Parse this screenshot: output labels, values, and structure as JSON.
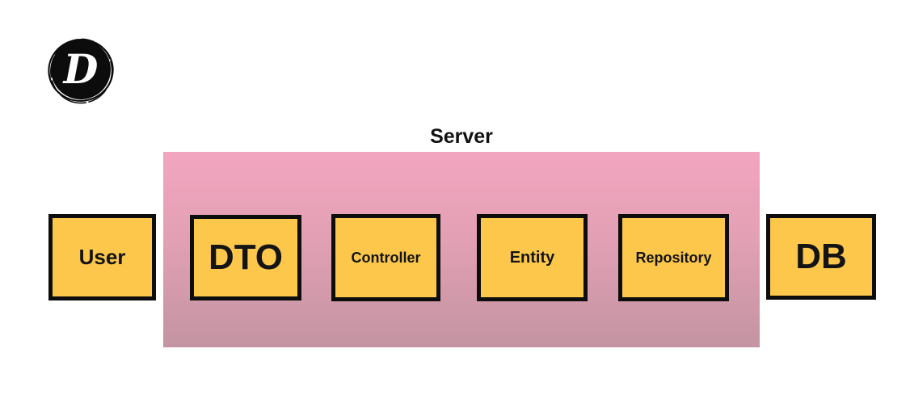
{
  "diagram": {
    "title": "Server",
    "logo": {
      "letter": "D",
      "description": "hand-drawn black circle logo with white script D"
    },
    "server_group": {
      "label": "Server",
      "contains": [
        "DTO",
        "Controller",
        "Entity",
        "Repository"
      ]
    },
    "nodes": [
      {
        "id": "user",
        "label": "User",
        "inside_server": false
      },
      {
        "id": "dto",
        "label": "DTO",
        "inside_server": true
      },
      {
        "id": "controller",
        "label": "Controller",
        "inside_server": true
      },
      {
        "id": "entity",
        "label": "Entity",
        "inside_server": true
      },
      {
        "id": "repository",
        "label": "Repository",
        "inside_server": true
      },
      {
        "id": "db",
        "label": "DB",
        "inside_server": false
      }
    ],
    "colors": {
      "node_fill": "#FCC74B",
      "node_border": "#0d0d0d",
      "server_gradient_top": "#F2A5BF",
      "server_gradient_bottom": "#C394A2",
      "text": "#141414",
      "background": "#ffffff",
      "logo_fill": "#0c0c0c"
    }
  }
}
